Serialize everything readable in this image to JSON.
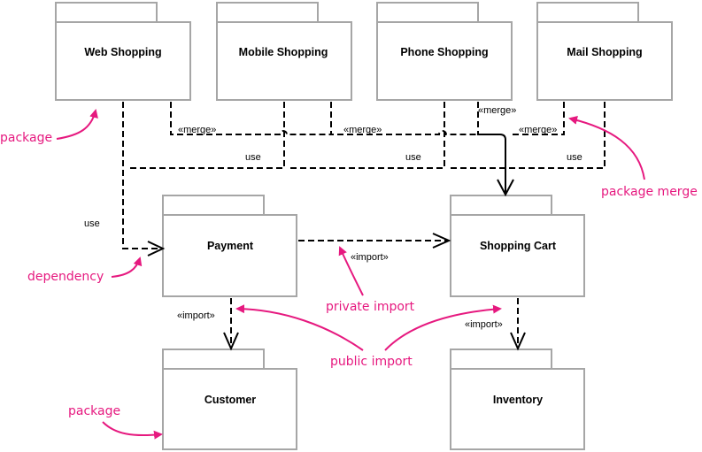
{
  "packages": {
    "web_shopping": "Web Shopping",
    "mobile_shopping": "Mobile Shopping",
    "phone_shopping": "Phone Shopping",
    "mail_shopping": "Mail Shopping",
    "payment": "Payment",
    "shopping_cart": "Shopping Cart",
    "customer": "Customer",
    "inventory": "Inventory"
  },
  "connector_labels": {
    "merge": "«merge»",
    "use": "use",
    "import": "«import»"
  },
  "annotations": {
    "package": "package",
    "dependency": "dependency",
    "package_merge": "package merge",
    "private_import": "private import",
    "public_import": "public import"
  },
  "colors": {
    "annotation": "#e6197f",
    "package_border": "#a6a6a6",
    "connector": "#000000"
  }
}
